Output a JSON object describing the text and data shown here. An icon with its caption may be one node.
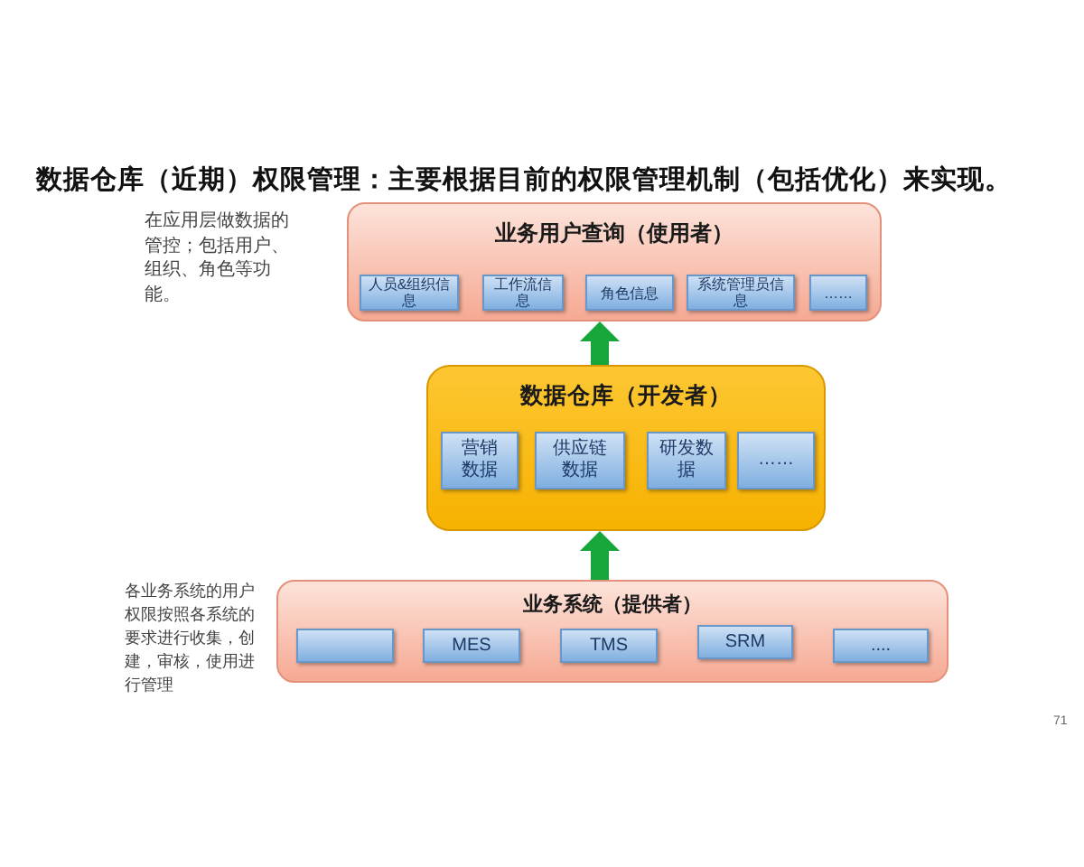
{
  "diagram": {
    "title": "数据仓库（近期）权限管理：主要根据目前的权限管理机制（包括优化）来实现。",
    "nodes": [
      {
        "text": [
          "业务用户查询（使用者）"
        ],
        "beside": [
          "在应用层做数据的管控；包括用户、组织、角色等功能。"
        ]
      },
      {
        "text": [
          "人员&组织信息"
        ],
        "in": 0
      },
      {
        "text": [
          "工作流信息"
        ],
        "in": 0
      },
      {
        "text": [
          "角色信息"
        ],
        "in": 0
      },
      {
        "text": [
          "系统管理员信息"
        ],
        "in": 0
      },
      {
        "text": [
          "……"
        ],
        "in": 0
      },
      {
        "text": [
          "数据仓库（开发者）"
        ]
      },
      {
        "text": [
          "营销数据"
        ],
        "in": 6
      },
      {
        "text": [
          "供应链数据"
        ],
        "in": 6
      },
      {
        "text": [
          "研发数据"
        ],
        "in": 6
      },
      {
        "text": [
          "……"
        ],
        "in": 6
      },
      {
        "text": [
          "业务系统（提供者）"
        ],
        "beside": [
          "各业务系统的用户权限按照各系统的要求进行收集，创建，审核，使用进行管理"
        ]
      },
      {
        "text": [],
        "shape": "box",
        "in": 11
      },
      {
        "text": [
          "MES"
        ],
        "in": 11
      },
      {
        "text": [
          "TMS"
        ],
        "in": 11
      },
      {
        "text": [
          "SRM"
        ],
        "in": 11
      },
      {
        "text": [
          "...."
        ],
        "in": 11
      }
    ],
    "edges": [
      {
        "from": 11,
        "to": 6,
        "arrow": "to"
      },
      {
        "from": 6,
        "to": 0,
        "arrow": "to"
      }
    ],
    "labels": [
      "71"
    ]
  }
}
